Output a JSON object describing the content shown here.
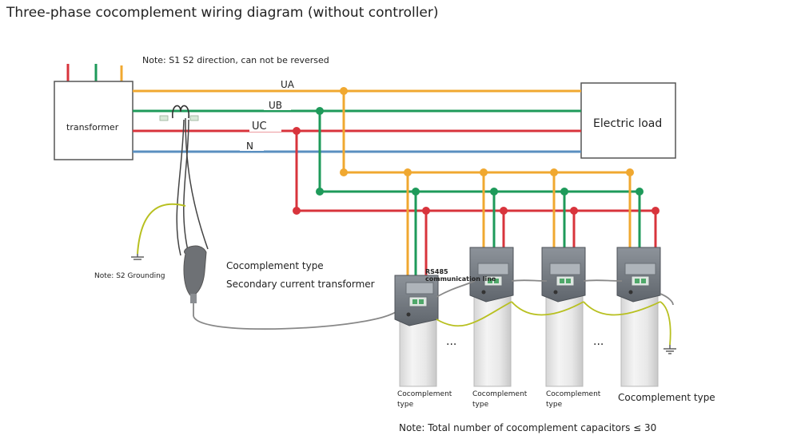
{
  "title": "Three-phase cocomplement wiring diagram (without controller)",
  "note_direction": "Note: S1 S2 direction, can not be reversed",
  "transformer_label": "transformer",
  "load_label": "Electric load",
  "phases": [
    "UA",
    "UB",
    "UC",
    "N"
  ],
  "colors": {
    "phase_a": "#f0a830",
    "phase_b": "#1e9a5a",
    "phase_c": "#d8343c",
    "neutral": "#5a8fc0",
    "ground": "#b8c020"
  },
  "note_grounding": "Note: S2 Grounding",
  "ct_label_line1": "Cocomplement type",
  "ct_label_line2": "Secondary current transformer",
  "rs485_line1": "RS485",
  "rs485_line2": "communication line",
  "capacitors": [
    {
      "line1": "Cocomplement",
      "line2": "type"
    },
    {
      "line1": "Cocomplement",
      "line2": "type"
    },
    {
      "line1": "Cocomplement",
      "line2": "type"
    },
    {
      "line1": "Cocomplement type",
      "line2": ""
    }
  ],
  "ellipsis": "...",
  "note_total": "Note: Total number of cocomplement capacitors ≤ 30"
}
